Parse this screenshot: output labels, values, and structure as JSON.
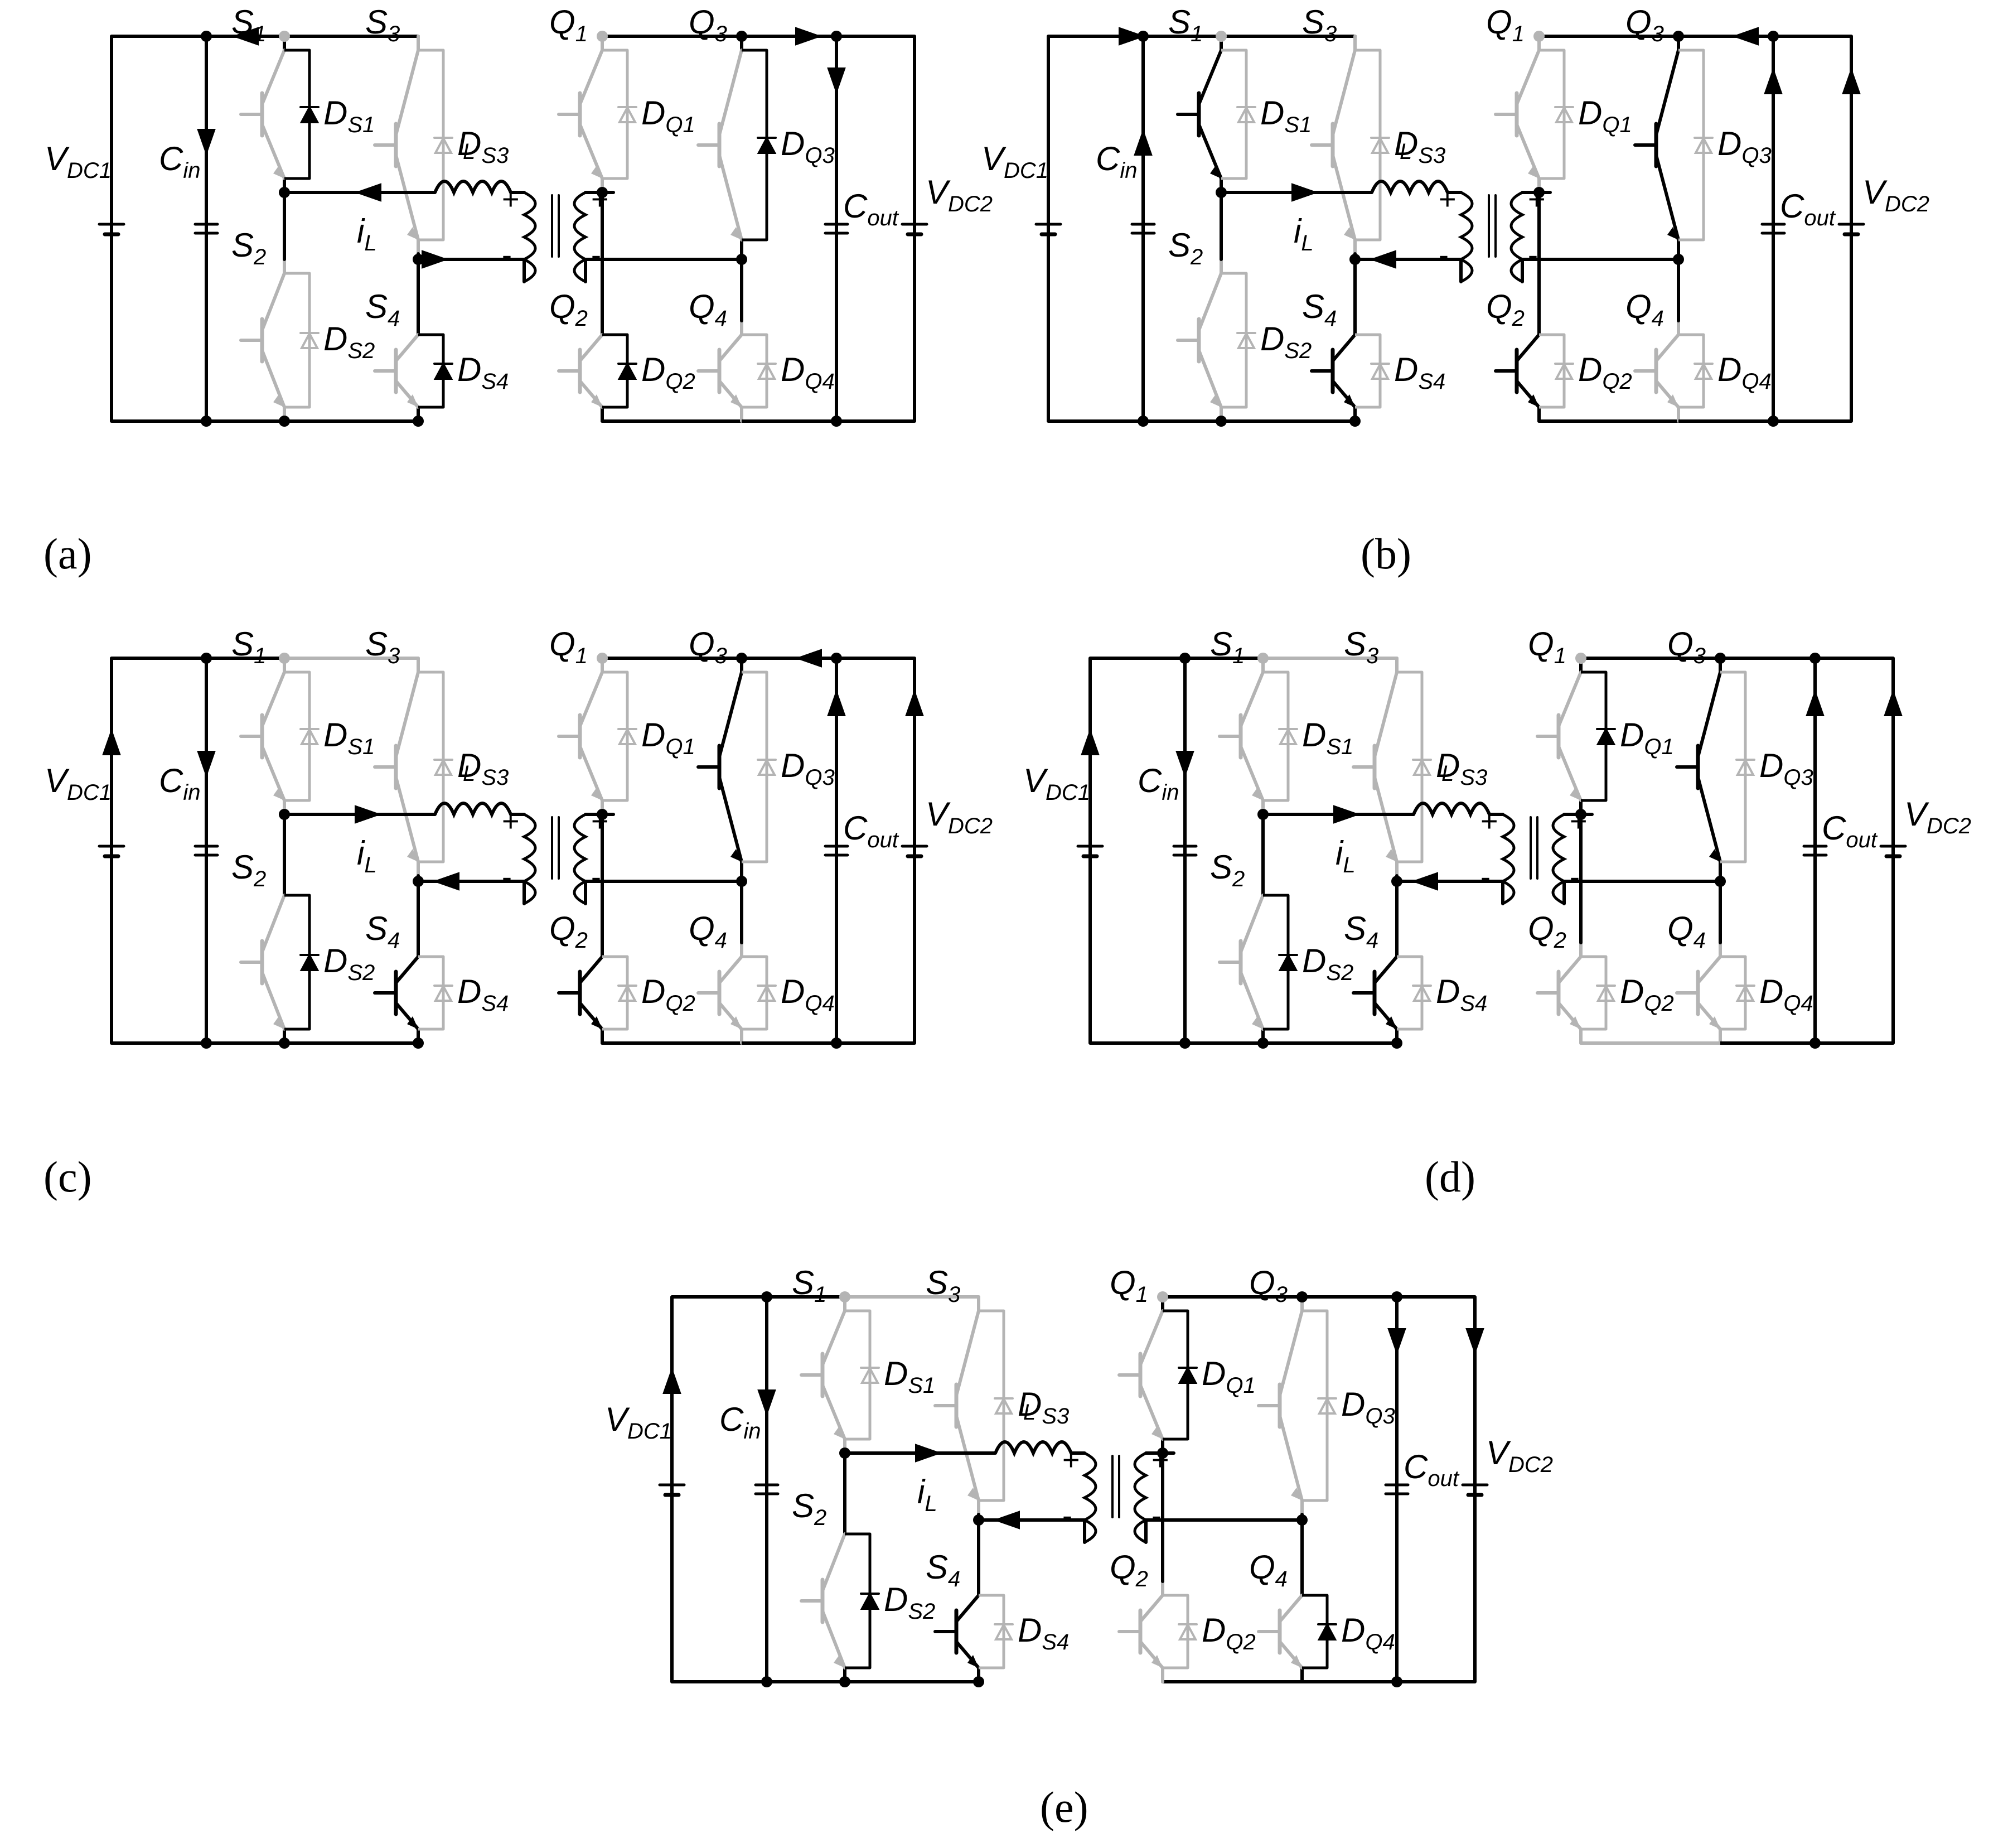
{
  "colors": {
    "active": "#000000",
    "inactive": "#b4b4b4",
    "background": "#ffffff"
  },
  "labels": {
    "vdc1_main": "V",
    "vdc1_sub": "DC1",
    "vdc2_main": "V",
    "vdc2_sub": "DC2",
    "cin_main": "C",
    "cin_sub": "in",
    "cout_main": "C",
    "cout_sub": "out",
    "il_main": "i",
    "il_sub": "L",
    "inductor": "L",
    "plus": "+",
    "minus": "-"
  },
  "switches": {
    "S1": {
      "main": "S",
      "sub": "1",
      "diode_main": "D",
      "diode_sub": "S1"
    },
    "S2": {
      "main": "S",
      "sub": "2",
      "diode_main": "D",
      "diode_sub": "S2"
    },
    "S3": {
      "main": "S",
      "sub": "3",
      "diode_main": "D",
      "diode_sub": "S3"
    },
    "S4": {
      "main": "S",
      "sub": "4",
      "diode_main": "D",
      "diode_sub": "S4"
    },
    "Q1": {
      "main": "Q",
      "sub": "1",
      "diode_main": "D",
      "diode_sub": "Q1"
    },
    "Q2": {
      "main": "Q",
      "sub": "2",
      "diode_main": "D",
      "diode_sub": "Q2"
    },
    "Q3": {
      "main": "Q",
      "sub": "3",
      "diode_main": "D",
      "diode_sub": "Q3"
    },
    "Q4": {
      "main": "Q",
      "sub": "4",
      "diode_main": "D",
      "diode_sub": "Q4"
    }
  },
  "panels": [
    {
      "id": "a",
      "caption": "(a)",
      "active_switches": [],
      "active_diodes": [
        "S1",
        "S4",
        "Q2",
        "Q3"
      ],
      "current": "reverse",
      "input_arrows": [
        "top_left",
        "cin_down"
      ],
      "output_arrows": [
        "top_right",
        "cout_down"
      ]
    },
    {
      "id": "b",
      "caption": "(b)",
      "active_switches": [
        "S1",
        "S4",
        "Q2",
        "Q3"
      ],
      "active_diodes": [],
      "current": "forward",
      "input_arrows": [
        "top_right",
        "cin_up"
      ],
      "output_arrows": [
        "top_left",
        "cout_up",
        "vdc2_up"
      ]
    },
    {
      "id": "c",
      "caption": "(c)",
      "active_switches": [
        "S4",
        "Q2",
        "Q3"
      ],
      "active_diodes": [
        "S2"
      ],
      "current": "forward",
      "input_arrows": [
        "vdc1_up",
        "cin_down"
      ],
      "output_arrows": [
        "top_left",
        "cout_up",
        "vdc2_up"
      ]
    },
    {
      "id": "d",
      "caption": "(d)",
      "active_switches": [
        "S4",
        "Q3"
      ],
      "active_diodes": [
        "S2",
        "Q1"
      ],
      "current": "forward",
      "input_arrows": [
        "vdc1_up",
        "cin_down"
      ],
      "output_arrows": [
        "cout_up",
        "vdc2_up"
      ]
    },
    {
      "id": "e",
      "caption": "(e)",
      "active_switches": [
        "S4"
      ],
      "active_diodes": [
        "S2",
        "Q1",
        "Q4"
      ],
      "current": "forward",
      "input_arrows": [
        "vdc1_up",
        "cin_down"
      ],
      "output_arrows": [
        "cout_down",
        "vdc2_down"
      ]
    }
  ]
}
